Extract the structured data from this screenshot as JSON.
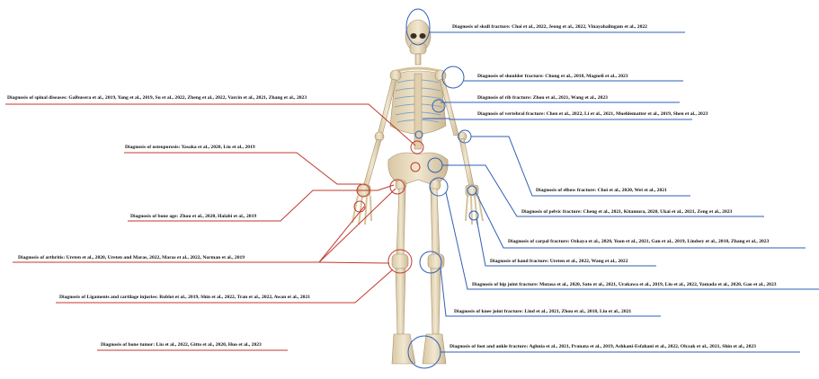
{
  "colors": {
    "left_lines": "#c0392b",
    "right_lines": "#2e5fb7",
    "bone": "#e9dcc0",
    "bone_dark": "#c9b48e",
    "rib_blue": "#7fa6c9"
  },
  "labels": {
    "skull": "Diagnosis of skull fracture: Choi et al., 2022, Jeong et al., 2022, Vinayahalingam et al., 2022",
    "shoulder": "Diagnosis of shoulder fracture: Chung et al., 2018, Magneli et al., 2023",
    "rib": "Diagnosis of rib fracture: Zhou et al., 2021, Wang et al., 2023",
    "vertebral": "Diagnosis of vertebral fracture: Chen et al., 2022, Li et al., 2021, Muehlematter et al., 2019, Shen et al., 2023",
    "elbow": "Diagnosis of elbow fracture: Choi et al., 2020, Wei et al., 2021",
    "pelvic": "Diagnosis of pelvic fracture: Cheng et al., 2021, Kitamura, 2020, Ukai et al., 2021, Zeng et al., 2023",
    "carpal": "Diagnosis of carpal fracture: Ozkaya et al., 2020, Yoon et al., 2021, Gan et al., 2019, Lindsey et al., 2018, Zhang et al., 2023",
    "hand": "Diagnosis of hand fracture: Ureten et al., 2022, Wang et al., 2022",
    "hip": "Diagnosis of hip joint fracture: Mutasa et al., 2020, Sato et al., 2021, Urakawa et al., 2019, Liu et al., 2022, Yamada et al., 2020, Gao et al., 2023",
    "knee": "Diagnosis of knee joint fracture: Lind et al., 2021, Zhou et al., 2018, Liu et al., 2021",
    "foot": "Diagnosis of foot and ankle fracture: Aghnia et al., 2021, Pranata et al., 2019, Ashkani-Esfahani et al., 2022, Olczak et al., 2021, Shin et al., 2023",
    "spinal": "Diagnosis of spinal diseases: Galbusera et al., 2019, Yang et al., 2019, Su et al., 2022, Zheng et al., 2022, Varcin et al., 2021, Zhang et al., 2023",
    "osteoporosis": "Diagnosis of osteoporosis: Yasaka et al., 2020, Liu et al., 2019",
    "bone_age": "Diagnosis of bone age: Zhou et al., 2020, Halabi et al., 2019",
    "arthritis": "Diagnosis of arthritis: Ureten et al., 2020, Ureten and Maras, 2022, Maras et al., 2022, Norman et al., 2019",
    "ligaments": "Diagnosis of Ligaments and cartilage injuries: Roblot et al.,  2019, Shin et al., 2022, Tran et al., 2022, Awan et al., 2021",
    "tumor": "Diagnosis of bone tumor: Liu et al., 2022, Gitto et al., 2020, Huo et al., 2023"
  }
}
